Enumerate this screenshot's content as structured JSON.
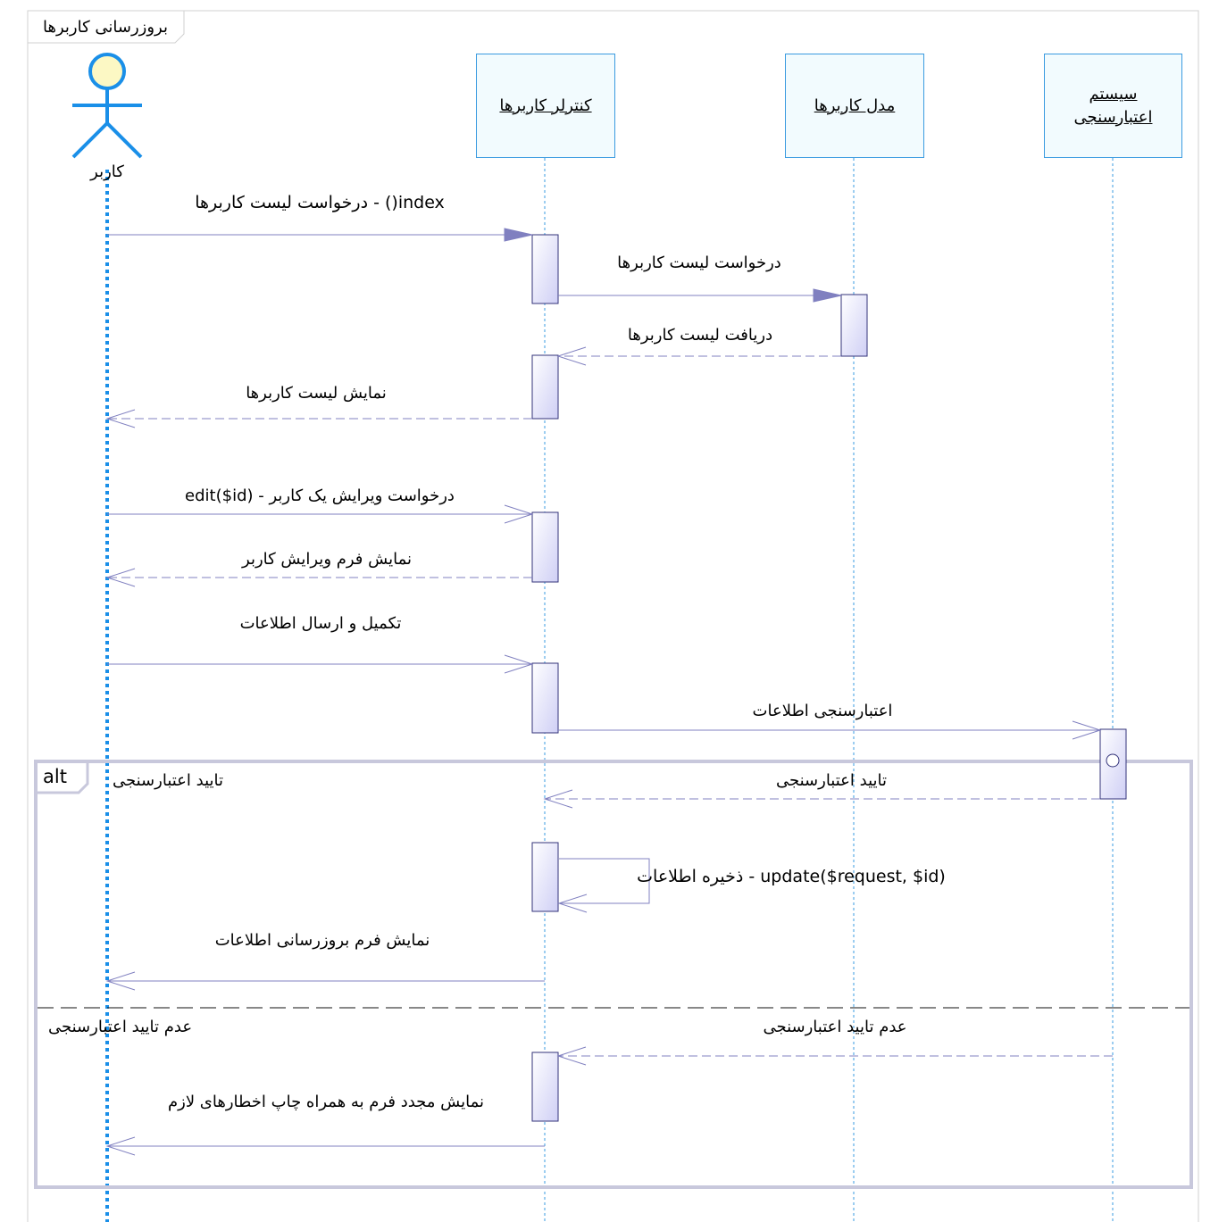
{
  "diagram": {
    "title": "بروزرسانی کاربرها",
    "actor": {
      "label": "کاربر"
    },
    "lifelines": [
      {
        "id": "controller",
        "label": "کنترلر کاربرها"
      },
      {
        "id": "model",
        "label": "مدل کاربرها"
      },
      {
        "id": "auth",
        "label": "سیستم\nاعتبارسنجی"
      }
    ],
    "messages": [
      {
        "id": "m1",
        "text": "index() - درخواست لیست کاربرها",
        "from": "actor",
        "to": "controller",
        "kind": "sync"
      },
      {
        "id": "m2",
        "text": "درخواست لیست کاربرها",
        "from": "controller",
        "to": "model",
        "kind": "sync"
      },
      {
        "id": "m3",
        "text": "دریافت لیست کاربرها",
        "from": "model",
        "to": "controller",
        "kind": "return"
      },
      {
        "id": "m4",
        "text": "نمایش لیست کاربرها",
        "from": "controller",
        "to": "actor",
        "kind": "return"
      },
      {
        "id": "m5",
        "text": "درخواست ویرایش یک کاربر - edit($id)",
        "from": "actor",
        "to": "controller",
        "kind": "async"
      },
      {
        "id": "m6",
        "text": "نمایش فرم ویرایش کاربر",
        "from": "controller",
        "to": "actor",
        "kind": "return"
      },
      {
        "id": "m7",
        "text": "تکمیل و ارسال اطلاعات",
        "from": "actor",
        "to": "controller",
        "kind": "async"
      },
      {
        "id": "m8",
        "text": "اعتبارسنجی اطلاعات",
        "from": "controller",
        "to": "auth",
        "kind": "async"
      },
      {
        "id": "m9",
        "text": "تایید اعتبارسنجی",
        "from": "auth",
        "to": "controller",
        "kind": "return"
      },
      {
        "id": "m10",
        "text": "update($request, $id) - ذخیره اطلاعات",
        "from": "controller",
        "to": "controller",
        "kind": "self"
      },
      {
        "id": "m11",
        "text": "نمایش فرم بروزرسانی اطلاعات",
        "from": "controller",
        "to": "actor",
        "kind": "async"
      },
      {
        "id": "m12",
        "text": "عدم تایید اعتبارسنجی",
        "from": "auth",
        "to": "controller",
        "kind": "return"
      },
      {
        "id": "m13",
        "text": "نمایش مجدد فرم به همراه چاپ اخطارهای لازم",
        "from": "controller",
        "to": "actor",
        "kind": "async"
      }
    ],
    "fragment": {
      "operator": "alt",
      "guard_1": "تایید اعتبارسنجی",
      "guard_2": "عدم تایید اعتبارسنجی"
    }
  },
  "colors": {
    "lifeline_border": "#3a9be0",
    "lifeline_fill": "#f2fbfe",
    "actor": "#1a8fe8",
    "actor_head": "#fcf8c4",
    "activation_fill": "#e6e6fb",
    "activation_border": "#33337a",
    "arrow": "#8080c0",
    "fragment": "#c8c8dc"
  }
}
